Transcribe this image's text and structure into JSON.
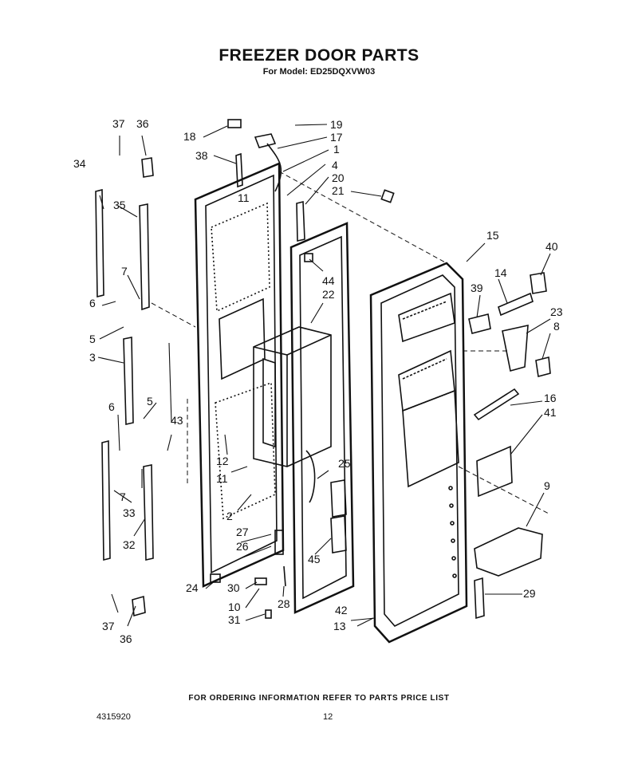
{
  "header": {
    "title": "FREEZER DOOR PARTS",
    "model_line": "For Model: ED25DQXVW03"
  },
  "footer": {
    "ordering_note": "FOR ORDERING INFORMATION REFER TO PARTS PRICE LIST",
    "doc_number": "4315920",
    "page_number": "12"
  },
  "callouts": [
    "37",
    "36",
    "18",
    "19",
    "17",
    "1",
    "38",
    "34",
    "4",
    "20",
    "21",
    "35",
    "15",
    "40",
    "7",
    "11",
    "44",
    "14",
    "6",
    "22",
    "39",
    "23",
    "5",
    "8",
    "3",
    "16",
    "41",
    "6",
    "5",
    "43",
    "12",
    "25",
    "11",
    "7",
    "33",
    "2",
    "9",
    "32",
    "27",
    "26",
    "45",
    "24",
    "30",
    "28",
    "10",
    "42",
    "29",
    "31",
    "13",
    "37",
    "36"
  ]
}
